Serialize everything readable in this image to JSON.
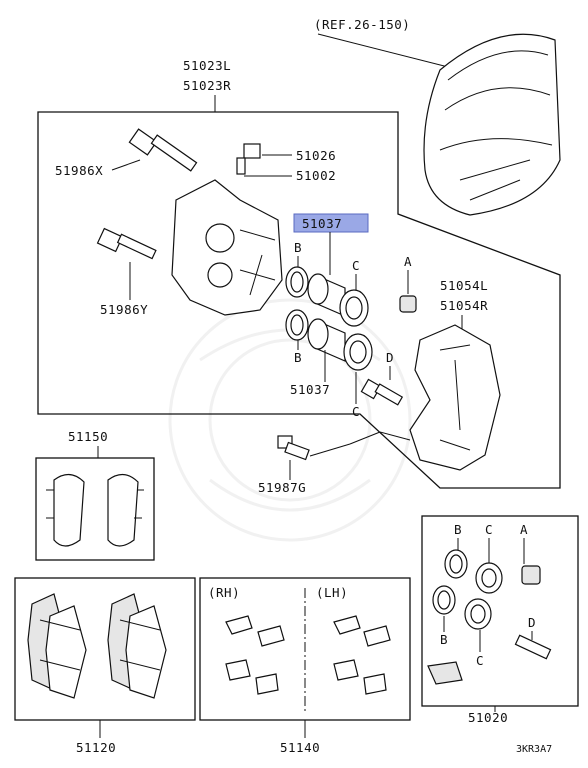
{
  "labels": {
    "ref": "(REF.26-150)",
    "caliper_l": "51023L",
    "caliper_r": "51023R",
    "bolt_x": "51986X",
    "bolt_y": "51986Y",
    "bleeder": "51026",
    "bleeder_cap": "51002",
    "piston_highlight": "51037",
    "piston_lower": "51037",
    "support_l": "51054L",
    "support_r": "51054R",
    "bolt_g": "51987G",
    "shims": "51150",
    "pads": "51120",
    "clips": "51140",
    "seal_kit": "51020",
    "rh": "(RH)",
    "lh": "(LH)",
    "code": "3KR3A7",
    "letter_a": "A",
    "letter_b": "B",
    "letter_c": "C",
    "letter_d": "D"
  },
  "colors": {
    "highlight": "#9aa8e6",
    "line": "#111111"
  }
}
